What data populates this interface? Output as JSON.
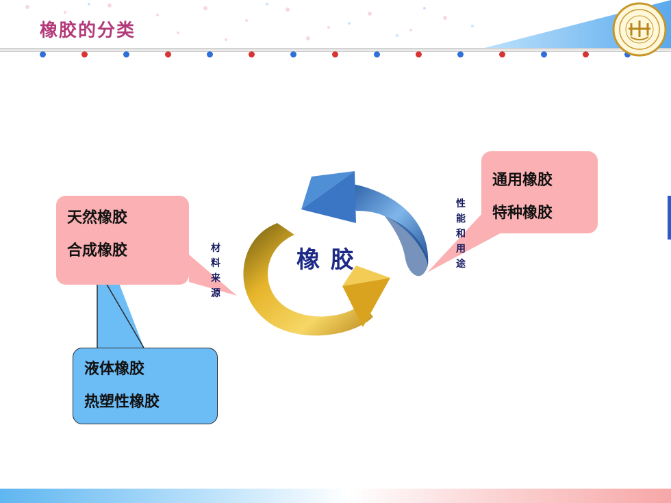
{
  "header": {
    "title": "橡胶的分类",
    "dot_colors": [
      "#2f6fd8",
      "#d93434"
    ]
  },
  "center": {
    "label": "橡 胶",
    "left_caption": "材料来源",
    "right_caption": "性能和用途"
  },
  "callouts": {
    "natural_synthetic": {
      "lines": [
        "天然橡胶",
        "合成橡胶"
      ]
    },
    "liquid_thermoplastic": {
      "lines": [
        "液体橡胶",
        "热塑性橡胶"
      ]
    },
    "general_special": {
      "lines": [
        "通用橡胶",
        "特种橡胶"
      ]
    }
  },
  "colors": {
    "pink_box": "#fbb1b4",
    "blue_box": "#6cbcf6",
    "title": "#b23a7a",
    "center_label": "#1d2a86",
    "arrow_gold": "#d9a320",
    "arrow_blue": "#3b76c4"
  }
}
